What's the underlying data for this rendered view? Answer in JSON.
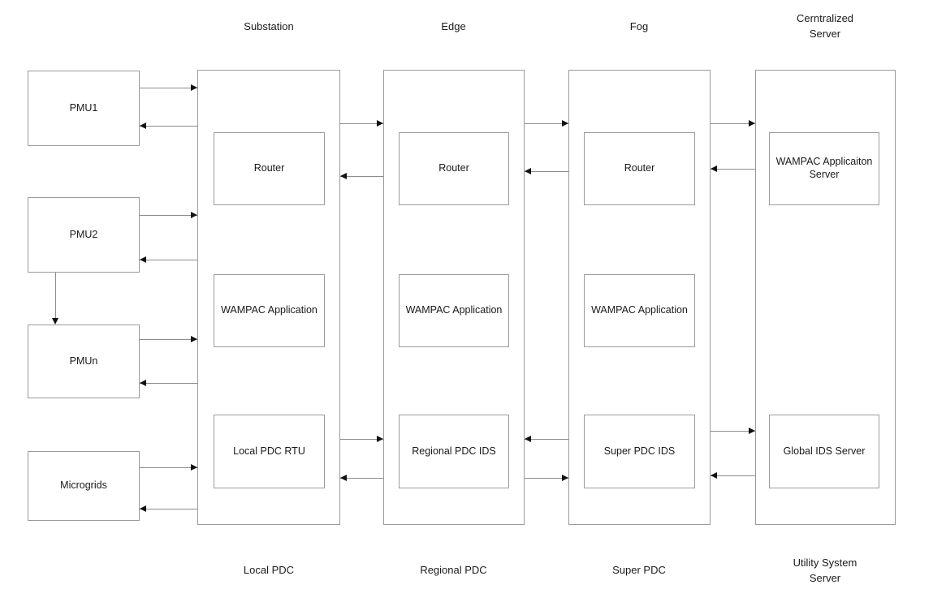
{
  "diagram": {
    "title": "Hierarchical WAMPAC / PDC architecture block diagram",
    "colors": {
      "box_border": "#9b9b9b",
      "line": "#8c8c8c",
      "arrow_head": "#111111",
      "text": "#1a1a1a",
      "background": "#ffffff"
    }
  },
  "tier_headers": [
    {
      "id": "substation",
      "label": "Substation"
    },
    {
      "id": "edge",
      "label": "Edge"
    },
    {
      "id": "fog",
      "label": "Fog"
    },
    {
      "id": "centralized-server",
      "label": "Cerntralized\nServer"
    }
  ],
  "tier_footers": [
    {
      "id": "local-pdc",
      "label": "Local PDC"
    },
    {
      "id": "regional-pdc",
      "label": "Regional PDC"
    },
    {
      "id": "super-pdc",
      "label": "Super PDC"
    },
    {
      "id": "utility-system-server",
      "label": "Utility System\nServer"
    }
  ],
  "sources": [
    {
      "id": "pmu1",
      "label": "PMU1"
    },
    {
      "id": "pmu2",
      "label": "PMU2"
    },
    {
      "id": "pmun",
      "label": "PMUn"
    },
    {
      "id": "microgrids",
      "label": "Microgrids"
    }
  ],
  "tiers": [
    {
      "id": "substation",
      "header": "Substation",
      "footer": "Local PDC",
      "nodes": [
        {
          "id": "substation-router",
          "label": "Router"
        },
        {
          "id": "substation-wampac",
          "label": "WAMPAC Application"
        },
        {
          "id": "substation-pdc",
          "label": "Local PDC RTU"
        }
      ]
    },
    {
      "id": "edge",
      "header": "Edge",
      "footer": "Regional PDC",
      "nodes": [
        {
          "id": "edge-router",
          "label": "Router"
        },
        {
          "id": "edge-wampac",
          "label": "WAMPAC Application"
        },
        {
          "id": "edge-pdc",
          "label": "Regional PDC IDS"
        }
      ]
    },
    {
      "id": "fog",
      "header": "Fog",
      "footer": "Super PDC",
      "nodes": [
        {
          "id": "fog-router",
          "label": "Router"
        },
        {
          "id": "fog-wampac",
          "label": "WAMPAC Application"
        },
        {
          "id": "fog-pdc",
          "label": "Super PDC IDS"
        }
      ]
    },
    {
      "id": "centralized-server",
      "header": "Cerntralized\nServer",
      "footer": "Utility System\nServer",
      "nodes": [
        {
          "id": "server-wampac",
          "label": "WAMPAC Applicaiton\nServer"
        },
        {
          "id": "server-ids",
          "label": "Global IDS Server"
        }
      ]
    }
  ],
  "connections": [
    {
      "id": "pmu1-to-substation",
      "from": "pmu1",
      "to": "substation",
      "direction": "right"
    },
    {
      "id": "substation-to-pmu1",
      "from": "substation",
      "to": "pmu1",
      "direction": "left"
    },
    {
      "id": "pmu2-to-substation",
      "from": "pmu2",
      "to": "substation",
      "direction": "right"
    },
    {
      "id": "substation-to-pmu2",
      "from": "substation",
      "to": "pmu2",
      "direction": "left"
    },
    {
      "id": "pmu2-to-pmun",
      "from": "pmu2",
      "to": "pmun",
      "direction": "down"
    },
    {
      "id": "pmun-to-substation",
      "from": "pmun",
      "to": "substation",
      "direction": "right"
    },
    {
      "id": "substation-to-pmun",
      "from": "substation",
      "to": "pmun",
      "direction": "left"
    },
    {
      "id": "microgrids-to-substation",
      "from": "microgrids",
      "to": "substation",
      "direction": "right"
    },
    {
      "id": "substation-to-microgrids",
      "from": "substation",
      "to": "microgrids",
      "direction": "left"
    },
    {
      "id": "substation-router-to-edge-router",
      "from": "substation",
      "to": "edge",
      "direction": "right"
    },
    {
      "id": "edge-router-to-substation-router",
      "from": "edge",
      "to": "substation",
      "direction": "left"
    },
    {
      "id": "edge-router-to-fog-router",
      "from": "edge",
      "to": "fog",
      "direction": "right"
    },
    {
      "id": "fog-router-to-edge-router",
      "from": "fog",
      "to": "edge",
      "direction": "left"
    },
    {
      "id": "fog-router-to-server",
      "from": "fog",
      "to": "centralized-server",
      "direction": "right"
    },
    {
      "id": "server-to-fog-router",
      "from": "centralized-server",
      "to": "fog",
      "direction": "left"
    },
    {
      "id": "local-pdc-to-regional-pdc",
      "from": "substation",
      "to": "edge",
      "direction": "right"
    },
    {
      "id": "regional-pdc-to-local-pdc",
      "from": "edge",
      "to": "substation",
      "direction": "left"
    },
    {
      "id": "regional-pdc-to-super-pdc",
      "from": "edge",
      "to": "fog",
      "direction": "right"
    },
    {
      "id": "super-pdc-to-regional-pdc",
      "from": "fog",
      "to": "edge",
      "direction": "left"
    },
    {
      "id": "super-pdc-to-global-ids",
      "from": "fog",
      "to": "centralized-server",
      "direction": "right"
    },
    {
      "id": "global-ids-to-super-pdc",
      "from": "centralized-server",
      "to": "fog",
      "direction": "left"
    }
  ]
}
